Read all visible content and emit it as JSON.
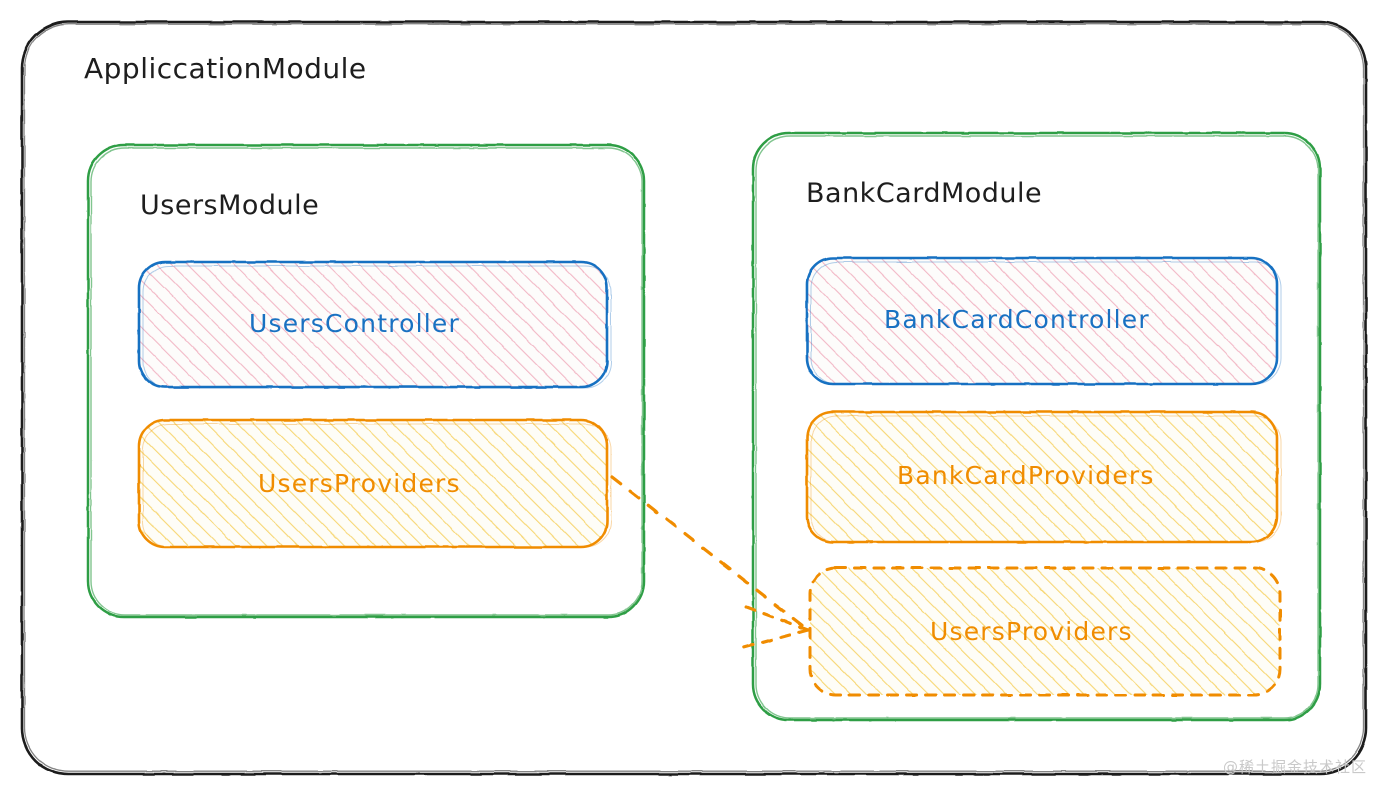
{
  "diagram": {
    "root": {
      "title": "AppliccationModule",
      "border_color": "#1e1e1e"
    },
    "modules": [
      {
        "name": "users-module",
        "title": "UsersModule",
        "border_color": "#2f9e44",
        "nodes": [
          {
            "name": "users-controller",
            "label": "UsersController",
            "border_color": "#1971c2",
            "text_color": "#1971c2",
            "hatch_color": "#f2b8c6",
            "border_style": "solid"
          },
          {
            "name": "users-providers",
            "label": "UsersProviders",
            "border_color": "#f08c00",
            "text_color": "#f08c00",
            "hatch_color": "#f7d774",
            "border_style": "solid"
          }
        ]
      },
      {
        "name": "bankcard-module",
        "title": "BankCardModule",
        "border_color": "#2f9e44",
        "nodes": [
          {
            "name": "bankcard-controller",
            "label": "BankCardController",
            "border_color": "#1971c2",
            "text_color": "#1971c2",
            "hatch_color": "#f2b8c6",
            "border_style": "solid"
          },
          {
            "name": "bankcard-providers",
            "label": "BankCardProviders",
            "border_color": "#f08c00",
            "text_color": "#f08c00",
            "hatch_color": "#f7d774",
            "border_style": "solid"
          },
          {
            "name": "imported-users-providers",
            "label": "UsersProviders",
            "border_color": "#f08c00",
            "text_color": "#f08c00",
            "hatch_color": "#f7d774",
            "border_style": "dashed"
          }
        ]
      }
    ],
    "connector": {
      "name": "users-providers-to-imported",
      "style": "dashed",
      "color": "#f08c00",
      "from": "users-providers",
      "to": "imported-users-providers"
    },
    "watermark": "@稀土掘金技术社区"
  }
}
